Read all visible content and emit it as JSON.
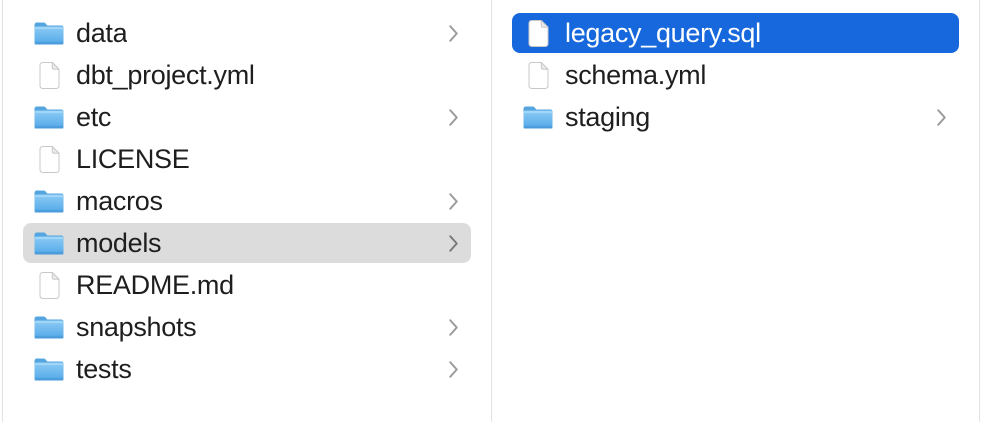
{
  "app": {
    "name": "Finder column browser"
  },
  "colors": {
    "background": "#FFFFFF",
    "selection_active": "#1668DC",
    "selection_inactive": "#DCDCDC",
    "text": "#1E1E1E",
    "text_selected": "#FFFFFF",
    "chevron": "#9B9B9B",
    "chevron_on_selected": "#7A7A7A",
    "divider": "#E2E2E2",
    "folder_blue_top": "#8BCBF5",
    "folder_blue_bottom": "#54A8E8",
    "folder_tab_blue": "#55A6E0",
    "folder_highlight": "#A5D8F8",
    "folder_bottom_shade": "#4695D6",
    "file_outline": "#C8C8C8",
    "file_fold": "#EBEBEB"
  },
  "columns": [
    {
      "id": "left",
      "items": [
        {
          "label": "data",
          "icon": "folder-icon",
          "chevron": true,
          "selected": "none"
        },
        {
          "label": "dbt_project.yml",
          "icon": "file-icon",
          "chevron": false,
          "selected": "none"
        },
        {
          "label": "etc",
          "icon": "folder-icon",
          "chevron": true,
          "selected": "none"
        },
        {
          "label": "LICENSE",
          "icon": "file-icon",
          "chevron": false,
          "selected": "none"
        },
        {
          "label": "macros",
          "icon": "folder-icon",
          "chevron": true,
          "selected": "none"
        },
        {
          "label": "models",
          "icon": "folder-icon",
          "chevron": true,
          "selected": "inactive"
        },
        {
          "label": "README.md",
          "icon": "file-icon",
          "chevron": false,
          "selected": "none"
        },
        {
          "label": "snapshots",
          "icon": "folder-icon",
          "chevron": true,
          "selected": "none"
        },
        {
          "label": "tests",
          "icon": "folder-icon",
          "chevron": true,
          "selected": "none"
        }
      ]
    },
    {
      "id": "right",
      "items": [
        {
          "label": "legacy_query.sql",
          "icon": "file-icon",
          "chevron": false,
          "selected": "active"
        },
        {
          "label": "schema.yml",
          "icon": "file-icon",
          "chevron": false,
          "selected": "none"
        },
        {
          "label": "staging",
          "icon": "folder-icon",
          "chevron": true,
          "selected": "none"
        }
      ]
    }
  ]
}
